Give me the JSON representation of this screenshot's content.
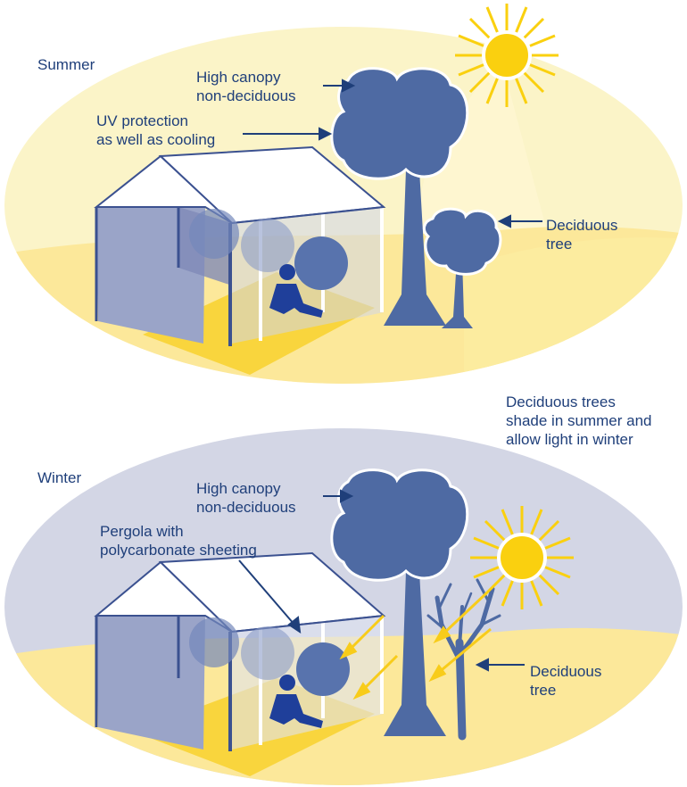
{
  "summer": {
    "heading": "Summer",
    "high_canopy": "High canopy\nnon-deciduous",
    "uv_protection": "UV protection\nas well as cooling",
    "deciduous_tree": "Deciduous\ntree"
  },
  "middle_note": "Deciduous trees\nshade in summer and\nallow light in winter",
  "winter": {
    "heading": "Winter",
    "high_canopy": "High canopy\nnon-deciduous",
    "pergola": "Pergola with\npolycarbonate sheeting",
    "deciduous_tree": "Deciduous\ntree"
  },
  "colors": {
    "summer_sky": "#fbf4c8",
    "winter_sky": "#d3d6e5",
    "ground": "#fce89a",
    "floor": "#f9d53d",
    "tree": "#4e6aa3",
    "sun": "#fad00f",
    "text": "#1f3f7a"
  }
}
